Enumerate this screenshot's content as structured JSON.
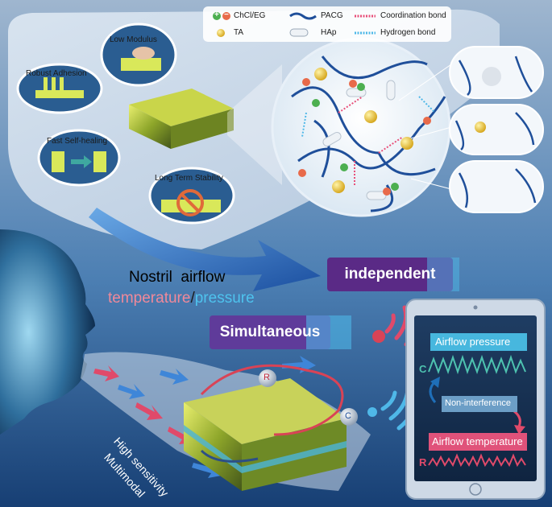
{
  "legend": {
    "chcl_eg": "ChCl/EG",
    "pacg": "PACG",
    "coordination_bond": "Coordination bond",
    "ta": "TA",
    "hap": "HAp",
    "hydrogen_bond": "Hydrogen bond"
  },
  "features": {
    "low_modulus": "Low Modulus",
    "robust_adhesion": "Robust Adhesion",
    "fast_self_healing": "Fast Self-healing",
    "long_term_stability": "Long Term Stability"
  },
  "nostril": {
    "line1": "Nostril  airflow",
    "temperature": "temperature",
    "slash": "/",
    "pressure": "pressure"
  },
  "independent_label": "independent",
  "simultaneous_label": "Simultaneous",
  "tablet": {
    "airflow_pressure": "Airflow pressure",
    "c_marker": "C",
    "non_interference": "Non-interference",
    "airflow_temperature": "Airflow temperature",
    "r_marker": "R"
  },
  "sensor": {
    "r_label": "R",
    "c_label": "C"
  },
  "side_text": {
    "high_sensitivity": "High sensitivity",
    "multimodal": "Multimodal"
  },
  "legend_signs": {
    "plus": "+",
    "minus": "−"
  },
  "colors": {
    "coordination_bond": "#e8507a",
    "hydrogen_bond": "#4fb8e8",
    "pacg": "#1f4f9a",
    "ta": "#e8c22e",
    "temperature": "#f0899a",
    "pressure": "#4ec3ee",
    "independent_bg": "#5a2a86",
    "simultaneous_bg": "#5f3b9a",
    "tab_bg": "#47b7de",
    "temperature_tab_bg": "#e0527a"
  }
}
